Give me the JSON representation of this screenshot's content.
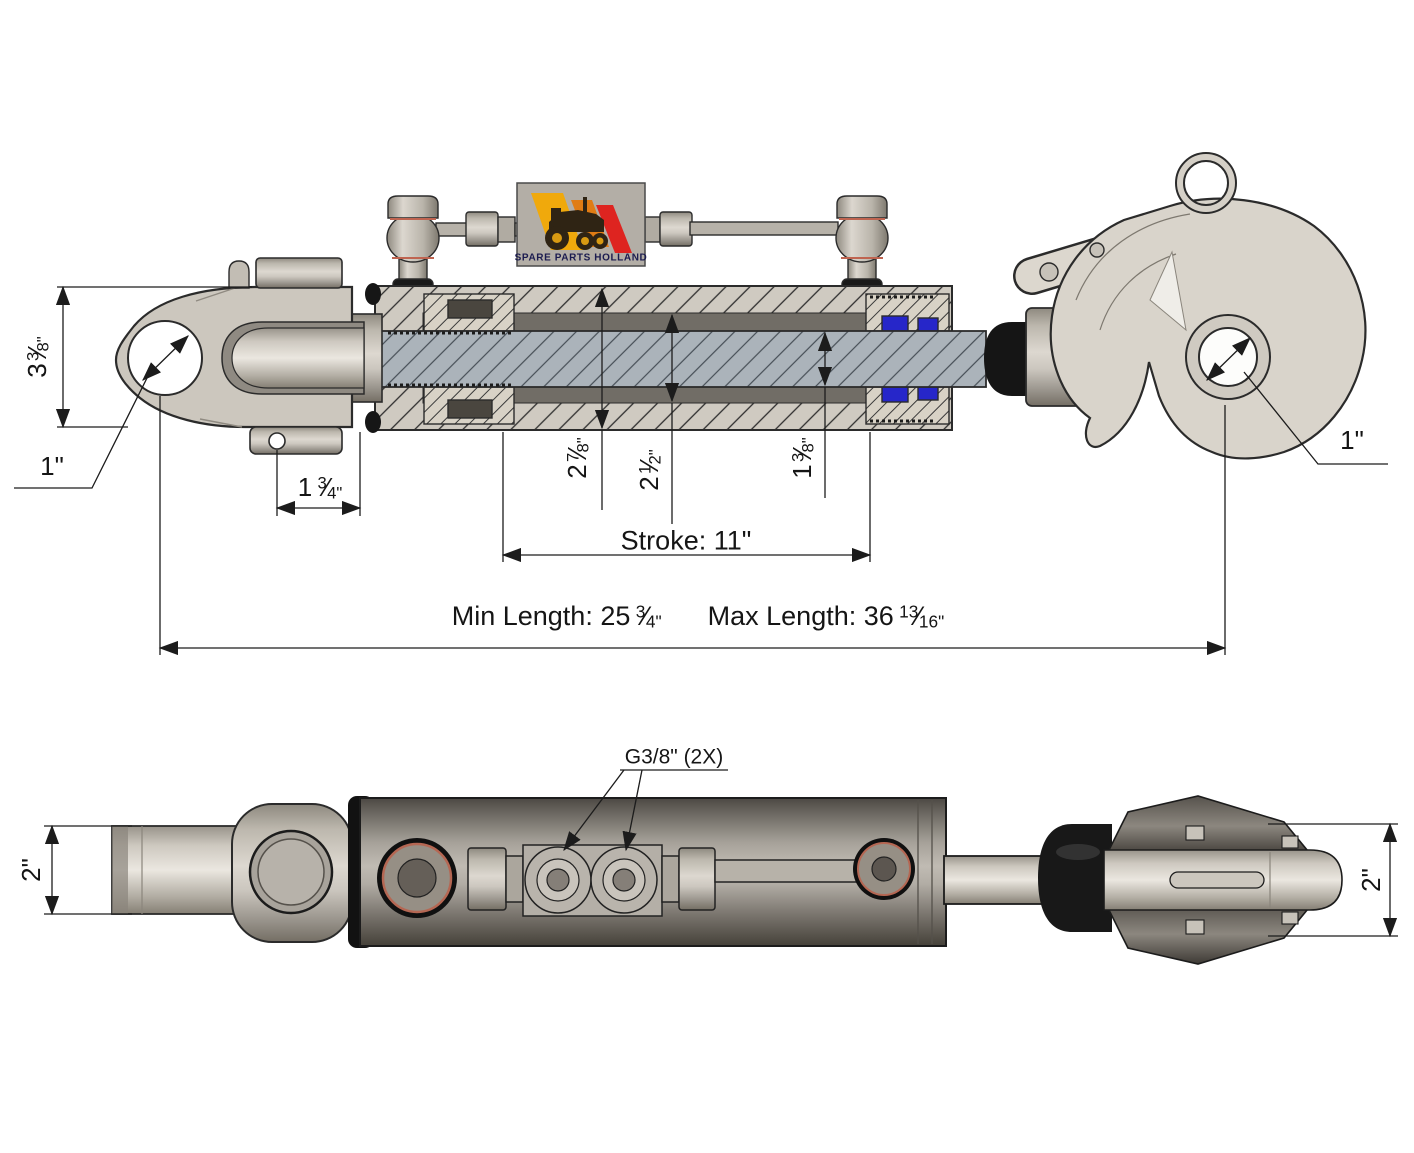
{
  "glyphs": {
    "fraction_slash": "⁄"
  },
  "logo": {
    "text": "SPARE PARTS HOLLAND"
  },
  "top_view": {
    "dim_fork_height": {
      "whole": "3",
      "num": "3",
      "den": "8",
      "unit": "\""
    },
    "dim_left_hole": "1\"",
    "dim_pin_offset": {
      "whole": "1",
      "num": "3",
      "den": "4",
      "unit": "\""
    },
    "dim_outer_diameter": {
      "whole": "2",
      "num": "7",
      "den": "8",
      "unit": "\""
    },
    "dim_bore": {
      "whole": "2",
      "num": "1",
      "den": "2",
      "unit": "\""
    },
    "dim_rod": {
      "whole": "1",
      "num": "3",
      "den": "8",
      "unit": "\""
    },
    "dim_stroke": "Stroke: 11\"",
    "dim_min_length": {
      "prefix": "Min Length: 25",
      "num": "3",
      "den": "4",
      "unit": "\""
    },
    "dim_max_length": {
      "prefix": "Max Length: 36",
      "num": "13",
      "den": "16",
      "unit": "\""
    },
    "dim_right_hole": "1\""
  },
  "bottom_view": {
    "port_label": "G3/8\" (2X)",
    "dim_left_width": "2\"",
    "dim_right_width": "2\""
  }
}
